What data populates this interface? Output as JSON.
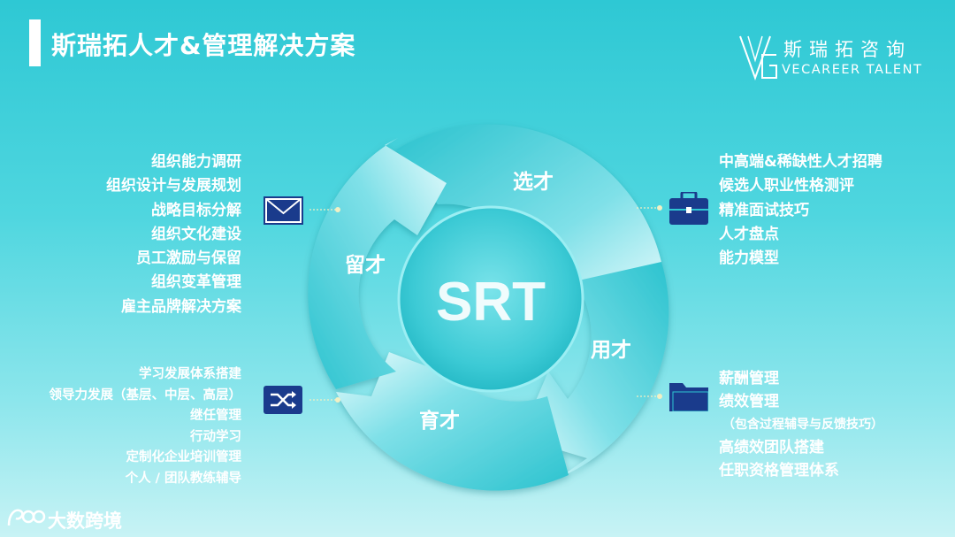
{
  "header": {
    "title": "斯瑞拓人才&管理解决方案"
  },
  "logo": {
    "cn": "斯瑞拓咨询",
    "en": "VECAREER TALENT"
  },
  "cycle": {
    "center": "SRT",
    "segments": [
      "选才",
      "用才",
      "育才",
      "留才"
    ]
  },
  "lists": {
    "top_left": [
      "组织能力调研",
      "组织设计与发展规划",
      "战略目标分解",
      "组织文化建设",
      "员工激励与保留",
      "组织变革管理",
      "雇主品牌解决方案"
    ],
    "top_right": [
      "中高端&稀缺性人才招聘",
      "候选人职业性格测评",
      "精准面试技巧",
      "人才盘点",
      "能力模型"
    ],
    "bottom_left": [
      "学习发展体系搭建",
      "领导力发展（基层、中层、高层）",
      "继任管理",
      "行动学习",
      "定制化企业培训管理",
      "个人 / 团队教练辅导"
    ],
    "bottom_right_1": "薪酬管理",
    "bottom_right_2": "绩效管理",
    "bottom_right_note": "（包含过程辅导与反馈技巧）",
    "bottom_right_3": "高绩效团队搭建",
    "bottom_right_4": "任职资格管理体系"
  },
  "icons": {
    "top_left": "envelope-icon",
    "top_right": "briefcase-icon",
    "bottom_left": "shuffle-icon",
    "bottom_right": "folder-icon"
  },
  "watermark": {
    "text": "大数跨境"
  },
  "colors": {
    "accent": "#1a3b8c",
    "cyan": "#2fc6d2",
    "text": "#ffffff"
  }
}
